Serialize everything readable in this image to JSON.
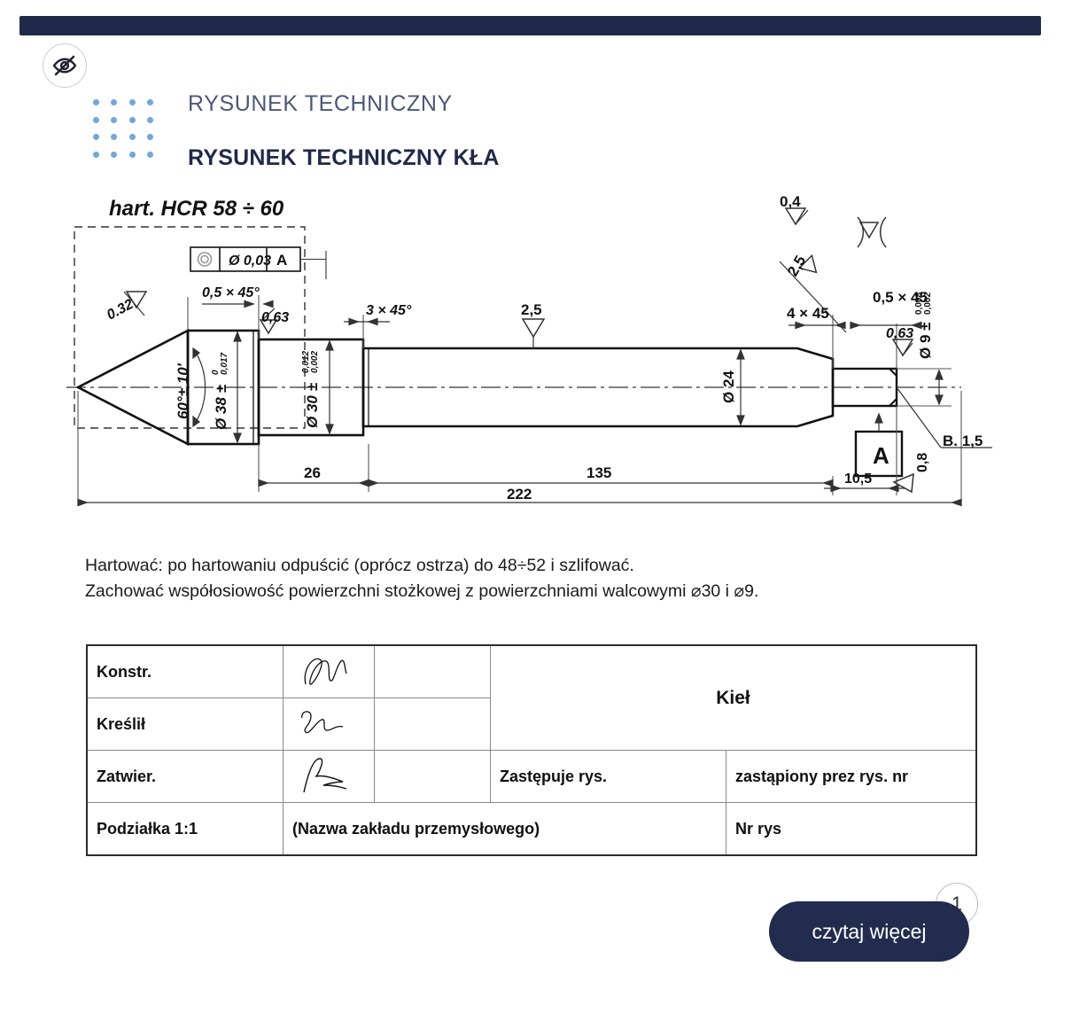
{
  "header": {
    "kicker": "RYSUNEK TECHNICZNY",
    "headline": "RYSUNEK TECHNICZNY KŁA",
    "eye_icon": "eye-off-icon"
  },
  "drawing": {
    "heat_treat_note": "hart. HCR 58 ÷ 60",
    "tolerance_frame": {
      "symbol": "concentricity-icon",
      "value": "Ø 0,03",
      "datum": "A"
    },
    "datum_label": "A",
    "surface_finishes": {
      "cone": "0.32",
      "general": "0,4",
      "shoulder_left": "0,63",
      "shaft": "2,5",
      "taper_right": "2,5",
      "shoulder_right": "0,63",
      "end_face": "0,8"
    },
    "dimensions": {
      "chamfer_left": "0,5 × 45°",
      "cone_angle": "60°± 10'",
      "dia_38": "Ø 38 ±",
      "dia_38_tol_upper": "0",
      "dia_38_tol_lower": "0,017",
      "dia_30": "Ø 30 ±",
      "dia_30_tol_upper": "0,012",
      "dia_30_tol_lower": "0,002",
      "chamfer_mid": "3 × 45°",
      "dia_24": "Ø 24",
      "chamfer_right_4": "4 × 45",
      "chamfer_right_05": "0,5 × 45",
      "dia_9": "Ø 9 ±",
      "dia_9_tol_upper": "0,008",
      "dia_9_tol_lower": "0,002",
      "radius_note": "B. 1,5",
      "len_26": "26",
      "len_135": "135",
      "len_222": "222",
      "len_105": "10,5"
    }
  },
  "notes": "Hartować: po hartowaniu odpuścić (oprócz ostrza) do 48÷52 i szlifować.\nZachować współosiowość powierzchni stożkowej z powierzchniami walcowymi ⌀30 i ⌀9.",
  "titleblock": {
    "row_konstr": "Konstr.",
    "row_kreslil": "Kreślił",
    "row_zatwier": "Zatwier.",
    "part_name": "Kieł",
    "replaces_label": "Zastępuje rys.",
    "replaced_by_label": "zastąpiony prez rys. nr",
    "scale": "Podziałka 1:1",
    "company": "(Nazwa zakładu przemysłowego)",
    "drawing_no_label": "Nr rys"
  },
  "footer": {
    "read_more": "czytaj więcej",
    "page_badge": "1"
  }
}
